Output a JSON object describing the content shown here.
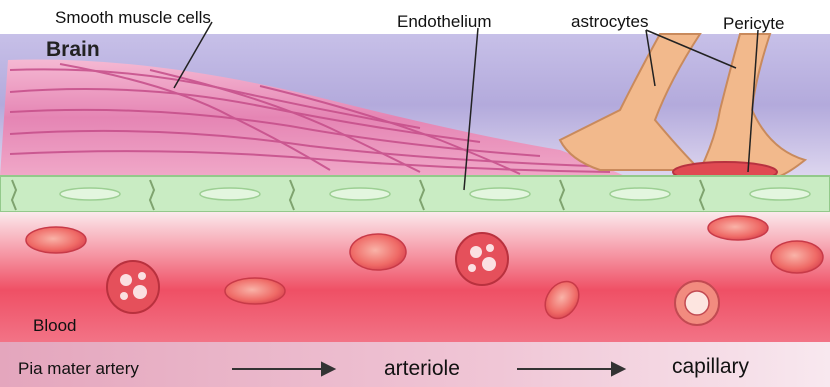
{
  "labels": {
    "smooth_muscle": "Smooth muscle cells",
    "endothelium": "Endothelium",
    "astrocytes": "astrocytes",
    "pericyte": "Pericyte",
    "brain": "Brain",
    "blood": "Blood"
  },
  "progression": {
    "start": "Pia mater artery",
    "middle": "arteriole",
    "end": "capillary"
  },
  "colors": {
    "brain_region": "#b3aadc",
    "muscle": "#e585b4",
    "endothelium": "#c9ecc3",
    "astrocyte": "#f2b98c",
    "pericyte": "#e04a52",
    "blood": "#ef5065",
    "red_cell": "#ef5a5a"
  }
}
